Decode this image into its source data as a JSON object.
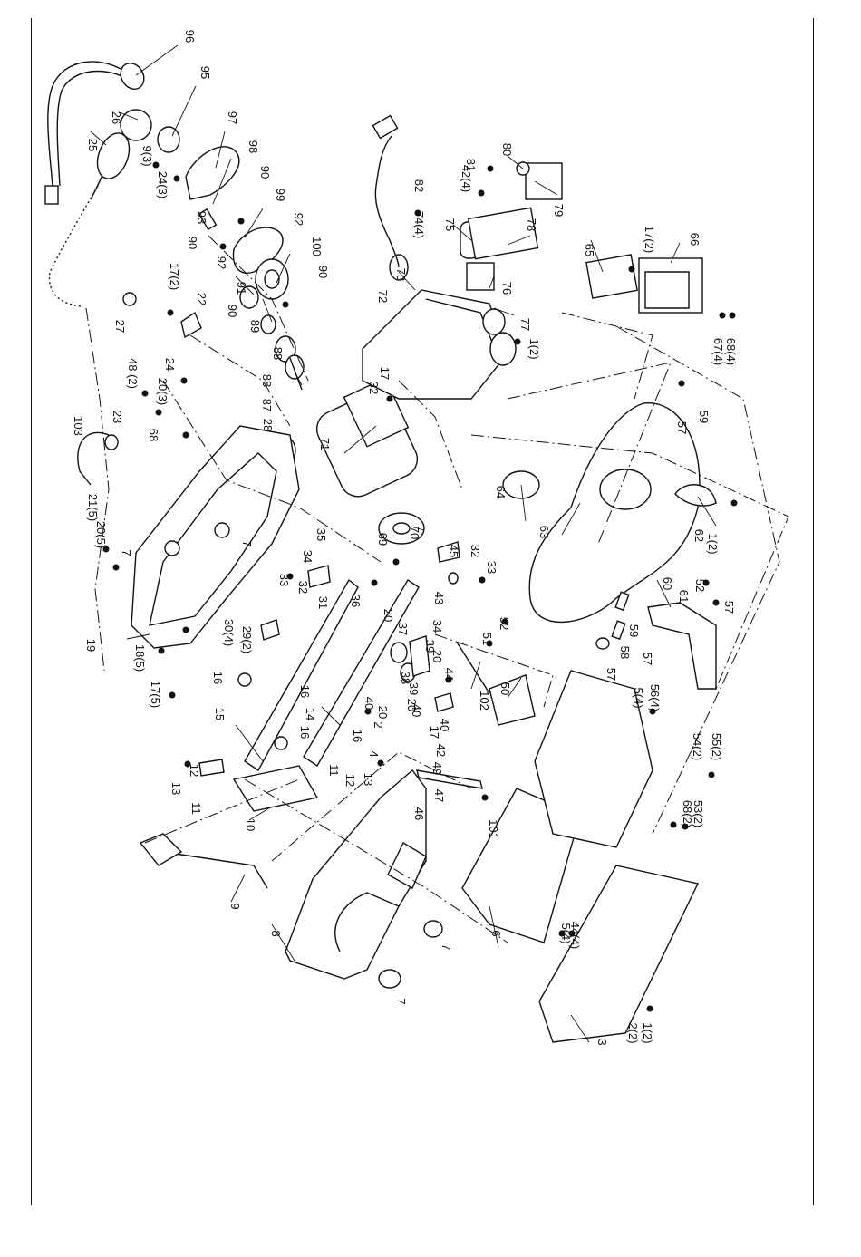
{
  "labels": [
    {
      "id": "p96",
      "text": "96"
    },
    {
      "id": "p95",
      "text": "95"
    },
    {
      "id": "p26",
      "text": "26"
    },
    {
      "id": "p97",
      "text": "97"
    },
    {
      "id": "p25",
      "text": "25"
    },
    {
      "id": "p9_3",
      "text": "9(3)"
    },
    {
      "id": "p24_3",
      "text": "24(3)"
    },
    {
      "id": "p98",
      "text": "98"
    },
    {
      "id": "p90a",
      "text": "90"
    },
    {
      "id": "p93",
      "text": "93"
    },
    {
      "id": "p99",
      "text": "99"
    },
    {
      "id": "p90b",
      "text": "90"
    },
    {
      "id": "p92a",
      "text": "92"
    },
    {
      "id": "p92b",
      "text": "92"
    },
    {
      "id": "p100",
      "text": "100"
    },
    {
      "id": "p17_2a",
      "text": "17(2)"
    },
    {
      "id": "p91",
      "text": "91"
    },
    {
      "id": "p90c",
      "text": "90"
    },
    {
      "id": "p90d",
      "text": "90"
    },
    {
      "id": "p22",
      "text": "22"
    },
    {
      "id": "p89",
      "text": "89"
    },
    {
      "id": "p27",
      "text": "27"
    },
    {
      "id": "p88a",
      "text": "88"
    },
    {
      "id": "p88b",
      "text": "88"
    },
    {
      "id": "p48_2",
      "text": "48 (2)"
    },
    {
      "id": "p24",
      "text": "24"
    },
    {
      "id": "p87",
      "text": "87"
    },
    {
      "id": "p20_3",
      "text": "20(3)"
    },
    {
      "id": "p103",
      "text": "103"
    },
    {
      "id": "p23",
      "text": "23"
    },
    {
      "id": "p68a",
      "text": "68"
    },
    {
      "id": "p28",
      "text": "28"
    },
    {
      "id": "p21_5",
      "text": "21(5)"
    },
    {
      "id": "p20_5",
      "text": "20(5)"
    },
    {
      "id": "p7a",
      "text": "7"
    },
    {
      "id": "p7b",
      "text": "7"
    },
    {
      "id": "p19",
      "text": "19"
    },
    {
      "id": "p18_5",
      "text": "18(5)"
    },
    {
      "id": "p17_5",
      "text": "17(5)"
    },
    {
      "id": "p16a",
      "text": "16"
    },
    {
      "id": "p15",
      "text": "15"
    },
    {
      "id": "p16b",
      "text": "16"
    },
    {
      "id": "p13a",
      "text": "13"
    },
    {
      "id": "p12a",
      "text": "12"
    },
    {
      "id": "p11a",
      "text": "11"
    },
    {
      "id": "p10",
      "text": "10"
    },
    {
      "id": "p9",
      "text": "9"
    },
    {
      "id": "p8",
      "text": "8"
    },
    {
      "id": "p7c",
      "text": "7"
    },
    {
      "id": "p7d",
      "text": "7"
    },
    {
      "id": "p30_4",
      "text": "30(4)"
    },
    {
      "id": "p29_2",
      "text": "29(2)"
    },
    {
      "id": "p33a",
      "text": "33"
    },
    {
      "id": "p32a",
      "text": "32"
    },
    {
      "id": "p31a",
      "text": "31"
    },
    {
      "id": "p34a",
      "text": "34"
    },
    {
      "id": "p35",
      "text": "35"
    },
    {
      "id": "p36",
      "text": "36"
    },
    {
      "id": "p20a",
      "text": "20"
    },
    {
      "id": "p14",
      "text": "14"
    },
    {
      "id": "p16c",
      "text": "16"
    },
    {
      "id": "p40a",
      "text": "40"
    },
    {
      "id": "p20b",
      "text": "20"
    },
    {
      "id": "p16d",
      "text": "16"
    },
    {
      "id": "p11b",
      "text": "11"
    },
    {
      "id": "p12b",
      "text": "12"
    },
    {
      "id": "p13b",
      "text": "13"
    },
    {
      "id": "p2",
      "text": "2"
    },
    {
      "id": "p4",
      "text": "4"
    },
    {
      "id": "p71",
      "text": "71"
    },
    {
      "id": "p32b",
      "text": "32"
    },
    {
      "id": "p17a",
      "text": "17"
    },
    {
      "id": "p72",
      "text": "72"
    },
    {
      "id": "p73",
      "text": "73"
    },
    {
      "id": "p74_4",
      "text": "74(4)"
    },
    {
      "id": "p82",
      "text": "82"
    },
    {
      "id": "p75",
      "text": "75"
    },
    {
      "id": "p42_4",
      "text": "42(4)"
    },
    {
      "id": "p81",
      "text": "81"
    },
    {
      "id": "p80",
      "text": "80"
    },
    {
      "id": "p78",
      "text": "78"
    },
    {
      "id": "p79",
      "text": "79"
    },
    {
      "id": "p76",
      "text": "76"
    },
    {
      "id": "p77",
      "text": "77"
    },
    {
      "id": "p1_2a",
      "text": "1(2)"
    },
    {
      "id": "p65",
      "text": "65"
    },
    {
      "id": "p17_2b",
      "text": "17(2)"
    },
    {
      "id": "p66",
      "text": "66"
    },
    {
      "id": "p67_4",
      "text": "67(4)"
    },
    {
      "id": "p68_4",
      "text": "68(4)"
    },
    {
      "id": "p69",
      "text": "69"
    },
    {
      "id": "p70",
      "text": "70"
    },
    {
      "id": "p45",
      "text": "45"
    },
    {
      "id": "p32c",
      "text": "32"
    },
    {
      "id": "p33b",
      "text": "33"
    },
    {
      "id": "p34b",
      "text": "34"
    },
    {
      "id": "p43",
      "text": "43"
    },
    {
      "id": "p37",
      "text": "37"
    },
    {
      "id": "p39a",
      "text": "39"
    },
    {
      "id": "p38",
      "text": "38"
    },
    {
      "id": "p39b",
      "text": "39"
    },
    {
      "id": "p20c",
      "text": "20"
    },
    {
      "id": "p20d",
      "text": "20"
    },
    {
      "id": "p40b",
      "text": "40"
    },
    {
      "id": "p44",
      "text": "44"
    },
    {
      "id": "p40c",
      "text": "40"
    },
    {
      "id": "p17b",
      "text": "17"
    },
    {
      "id": "p42",
      "text": "42"
    },
    {
      "id": "p49",
      "text": "49"
    },
    {
      "id": "p47",
      "text": "47"
    },
    {
      "id": "p46",
      "text": "46"
    },
    {
      "id": "p101",
      "text": "101"
    },
    {
      "id": "p102",
      "text": "102"
    },
    {
      "id": "p50",
      "text": "50"
    },
    {
      "id": "p51",
      "text": "51"
    },
    {
      "id": "p52a",
      "text": "52"
    },
    {
      "id": "p64",
      "text": "64"
    },
    {
      "id": "p63",
      "text": "63"
    },
    {
      "id": "p57a",
      "text": "57"
    },
    {
      "id": "p59a",
      "text": "59"
    },
    {
      "id": "p62",
      "text": "62"
    },
    {
      "id": "p1_2b",
      "text": "1(2)"
    },
    {
      "id": "p60",
      "text": "60"
    },
    {
      "id": "p61",
      "text": "61"
    },
    {
      "id": "p52b",
      "text": "52"
    },
    {
      "id": "p57b",
      "text": "57"
    },
    {
      "id": "p59b",
      "text": "59"
    },
    {
      "id": "p57c",
      "text": "57"
    },
    {
      "id": "p58",
      "text": "58"
    },
    {
      "id": "p57d",
      "text": "57"
    },
    {
      "id": "p5_4a",
      "text": "5(4)"
    },
    {
      "id": "p56_4",
      "text": "56(4)"
    },
    {
      "id": "p54_2",
      "text": "54(2)"
    },
    {
      "id": "p55_2",
      "text": "55(2)"
    },
    {
      "id": "p68_2",
      "text": "68(2)"
    },
    {
      "id": "p53_2",
      "text": "53(2)"
    },
    {
      "id": "p6",
      "text": "6"
    },
    {
      "id": "p5_4b",
      "text": "5(4)"
    },
    {
      "id": "p44_4",
      "text": "44(4)"
    },
    {
      "id": "p3",
      "text": "3"
    },
    {
      "id": "p2_2",
      "text": "2(2)"
    },
    {
      "id": "p1_2c",
      "text": "1(2)"
    }
  ]
}
